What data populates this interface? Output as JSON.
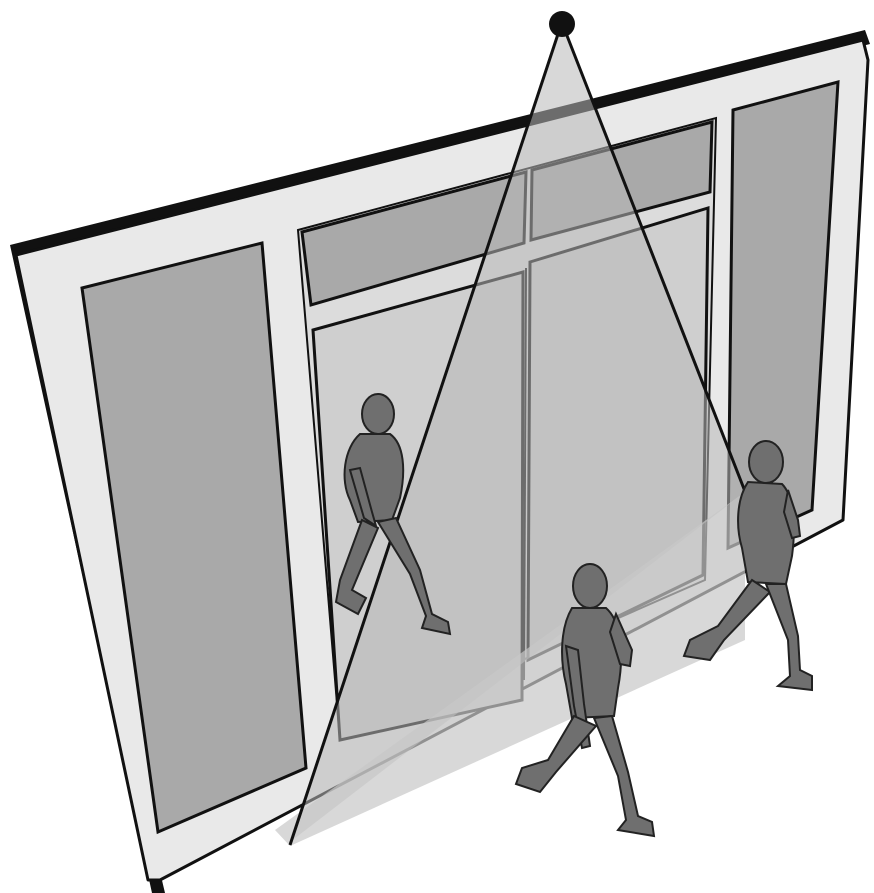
{
  "figure": {
    "subject": "overhead-sensor-door-illustration",
    "components": {
      "sensor": "ceiling-mounted-sensor",
      "field": "sensor-detection-cone",
      "doors": [
        "transom-left",
        "transom-right",
        "door-left",
        "door-right"
      ],
      "figures": [
        "person-left",
        "person-right",
        "person-front"
      ]
    },
    "colors": {
      "frame": "#e9e9e9",
      "frame_edge": "#111111",
      "panel": "#a9a9a9",
      "glass": "#cfcfcf",
      "cone": "#b8b8b8",
      "person": "#6f6f6f",
      "person_shadow": "#555555",
      "sensor": "#111111"
    }
  }
}
